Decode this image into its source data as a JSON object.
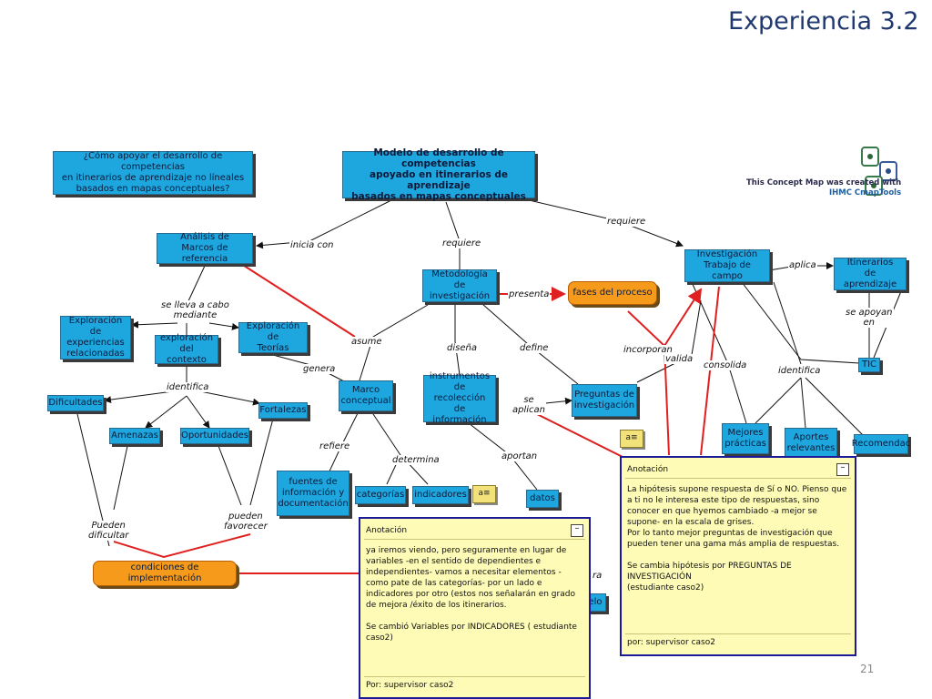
{
  "title": "Experiencia 3.2",
  "page_number": "21",
  "credit": {
    "line1": "This Concept Map was created with",
    "line2": "IHMC CmapTools"
  },
  "nodes": {
    "question": "¿Cómo apoyar el desarrollo de competencias\nen itinerarios de aprendizaje no líneales\nbasados en mapas conceptuales?",
    "main": "Modelo  de desarrollo de competencias\napoyado en itinerarios de aprendizaje\nbasados en mapas conceptuales",
    "analisis": "Análisis de\nMarcos de referencia",
    "metodologia": "Metodología de\ninvestigación",
    "fases": "fases del proceso",
    "investigacion": "Investigación\nTrabajo de campo",
    "itinerarios": "Itinerarios\nde aprendizaje",
    "tic": "TIC",
    "exp_experiencias": "Exploración de\nexperiencias\nrelacionadas",
    "exp_contexto": "exploración\ndel contexto",
    "exp_teorias": "Exploración de\nTeorías",
    "dificultades": "Dificultades",
    "amenazas": "Amenazas",
    "oportunidades": "Oportunidades",
    "fortalezas": "Fortalezas",
    "marco": "Marco\nconceptual",
    "instrumentos": "instrumentos\nde recolección\nde información",
    "preguntas": "Preguntas de\ninvestigación",
    "mejores": "Mejores\nprácticas",
    "aportes": "Aportes\nrelevantes",
    "recomendaciones": "Recomendac",
    "fuentes": "fuentes de\ninformación y\ndocumentación",
    "categorias": "categorías",
    "indicadores": "indicadores",
    "datos": "datos",
    "condiciones": "condiciones de implementación",
    "modelo_partial": "elo"
  },
  "links": {
    "inicia_con": "inicia con",
    "requiere1": "requiere",
    "requiere2": "requiere",
    "aplica": "aplica",
    "presenta": "presenta",
    "se_lleva": "se lleva a cabo\nmediante",
    "asume": "asume",
    "incorporan": "incorporan",
    "valida": "valida",
    "consolida": "consolida",
    "identifica_r": "identifica",
    "se_apoyan": "se apoyan\nen",
    "identifica_l": "identifica",
    "genera": "genera",
    "disena": "diseña",
    "define": "define",
    "se_aplican": "se\naplican",
    "refiere": "refiere",
    "determina": "determina",
    "aportan": "aportan",
    "pueden_dificultar": "Pueden\ndificultar",
    "pueden_favorecer": "pueden\nfavorecer",
    "ra_partial": "ra"
  },
  "annotation_left": {
    "header": "Anotación",
    "minimize": "–",
    "body": "ya iremos viendo, pero seguramente en lugar de variables -en el sentido de dependientes e independientes- vamos a necesitar elementos -como pate de las categorías- por un lado e indicadores por otro (estos nos señalarán en grado de mejora /éxito de los  itinerarios.\n\nSe cambió Variables por INDICADORES ( estudiante caso2)",
    "footer": "Por: supervisor caso2"
  },
  "annotation_right": {
    "header": "Anotación",
    "minimize": "–",
    "body": "La hipótesis supone respuesta de Sí o NO.  Pienso que a ti no le interesa este tipo de respuestas, sino conocer en que hyemos cambiado -a mejor se supone- en la escala de grises.\nPor lo tanto mejor preguntas de investigación que pueden tener una gama más amplia de respuestas.\n\nSe cambia hipótesis por PREGUNTAS DE INVESTIGACIÓN\n(estudiante caso2)",
    "footer": "por: supervisor caso2"
  },
  "colors": {
    "node": "#1ea7df",
    "orange": "#f59a1a",
    "title": "#1f3870",
    "red_link": "#e02020",
    "note_bg": "#fdfbb6",
    "note_border": "#1b1b9a"
  }
}
